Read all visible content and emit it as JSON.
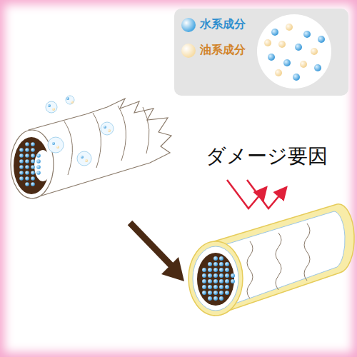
{
  "diagram": {
    "labels": [
      "ダメージ要因"
    ],
    "legend": [
      {
        "text": "水系成分",
        "color": "#4aa8e2"
      },
      {
        "text": "油系成分",
        "color": "#f6dca6"
      }
    ]
  }
}
